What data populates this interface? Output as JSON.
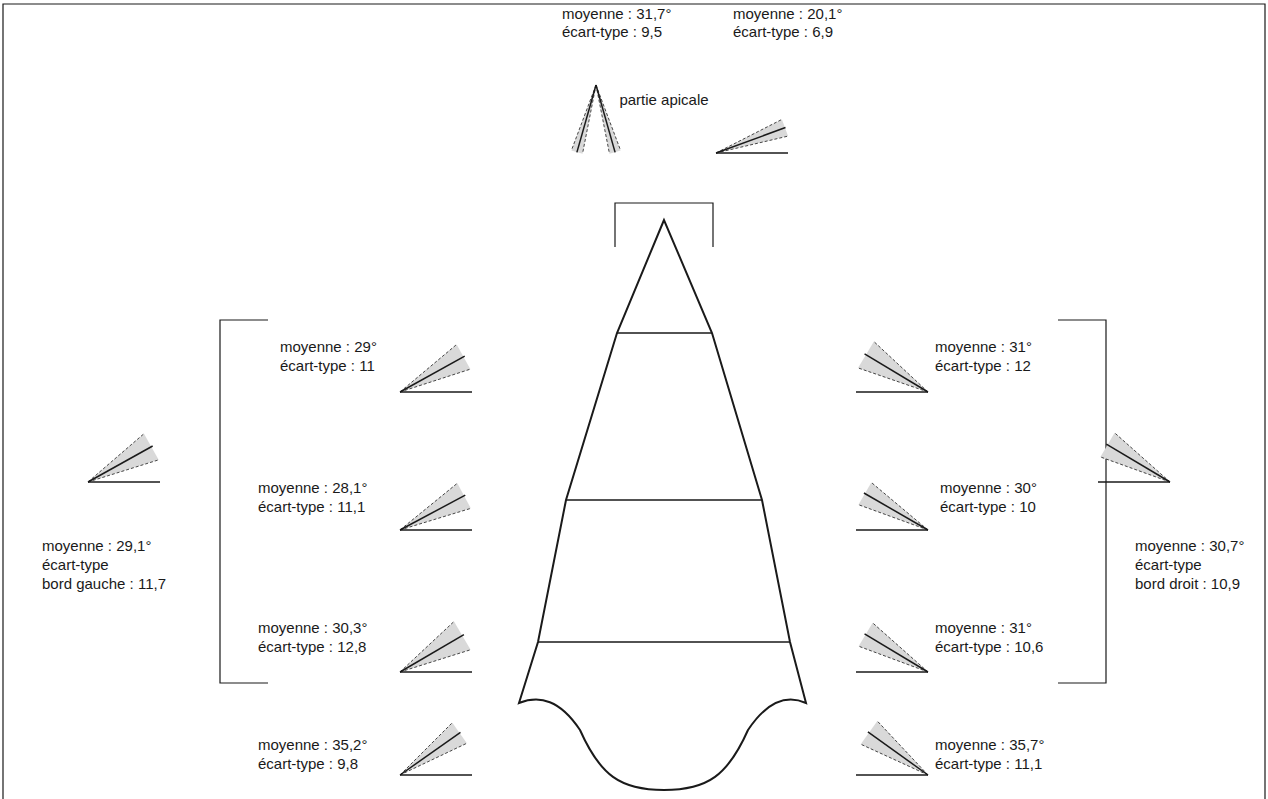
{
  "diagram": {
    "labels": [
      "moyenne : 31,7°",
      "écart-type : 9,5",
      "moyenne : 20,1°",
      "écart-type : 6,9",
      "partie apicale",
      "moyenne : 29°",
      "écart-type : 11",
      "moyenne : 31°",
      "écart-type : 12",
      "moyenne : 28,1°",
      "écart-type : 11,1",
      "moyenne : 30°",
      "écart-type : 10",
      "moyenne : 29,1°",
      "écart-type",
      "bord gauche : 11,7",
      "moyenne : 30,7°",
      "écart-type",
      "bord droit : 10,9",
      "moyenne : 30,3°",
      "écart-type : 12,8",
      "moyenne : 31°",
      "écart-type : 10,6",
      "moyenne : 35,2°",
      "écart-type : 9,8",
      "moyenne : 35,7°",
      "écart-type : 11,1"
    ]
  }
}
